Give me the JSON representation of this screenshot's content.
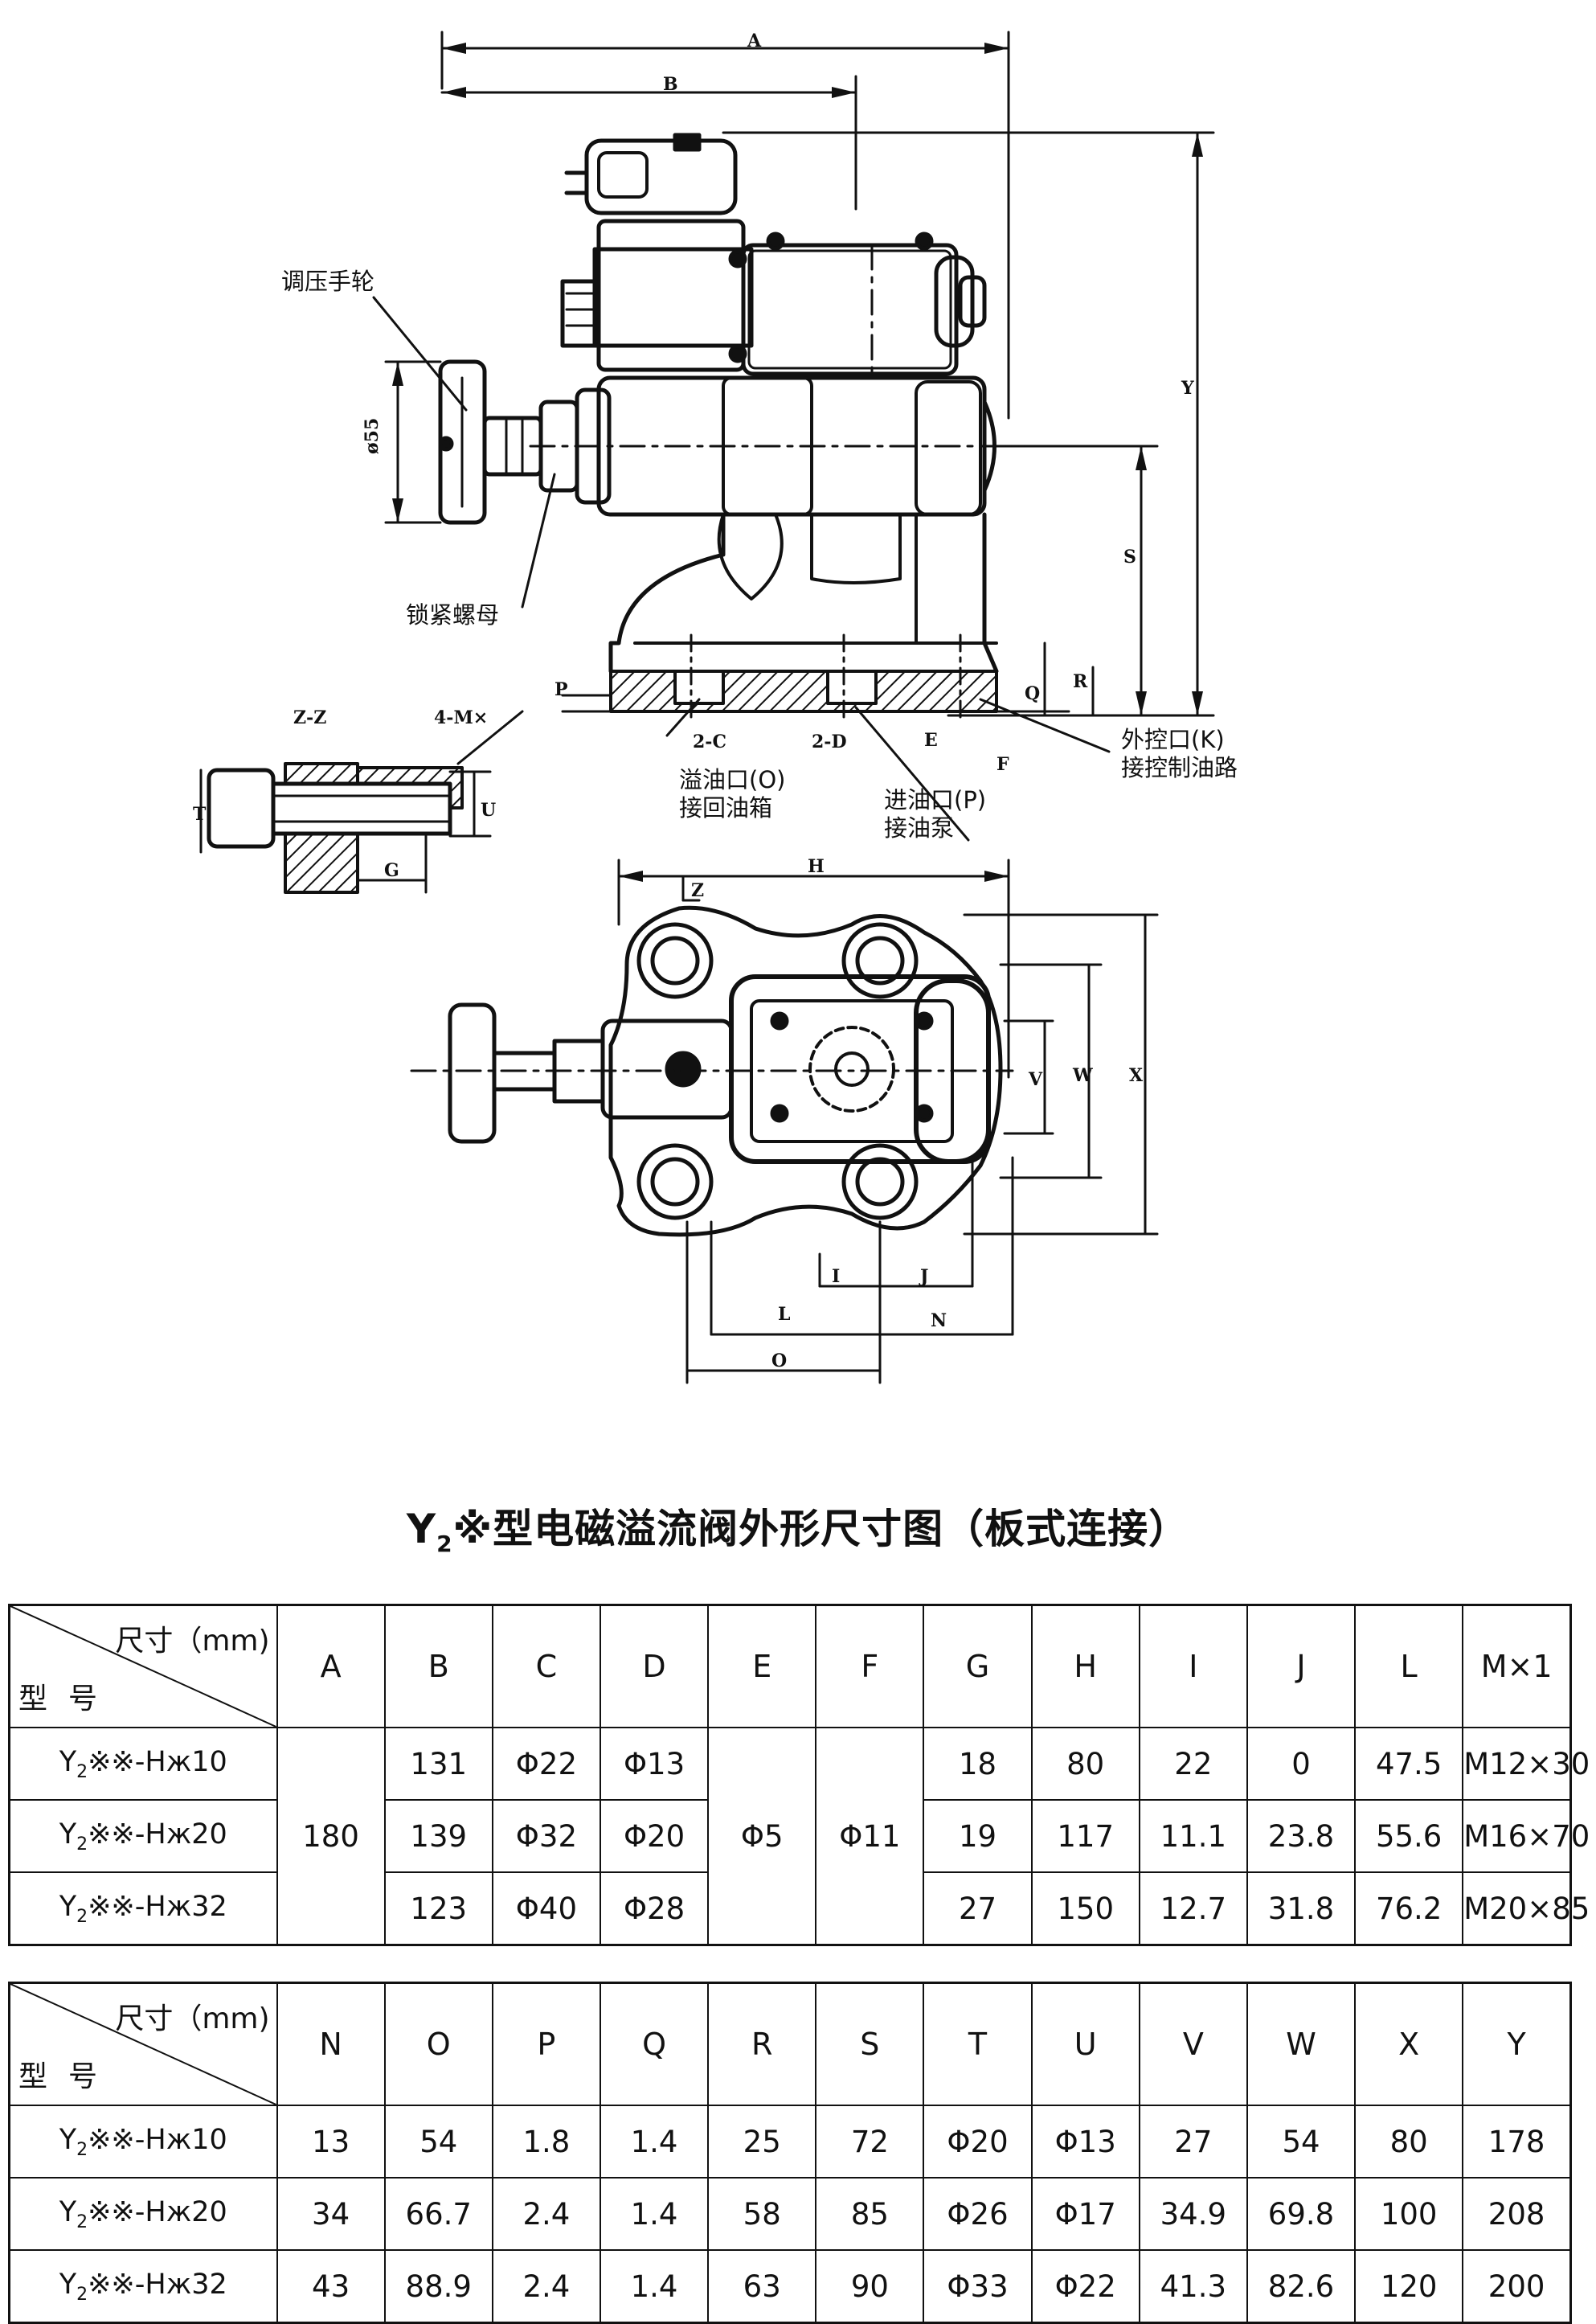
{
  "drawing": {
    "dims": {
      "A": "A",
      "B": "B",
      "Y": "Y",
      "S": "S",
      "P": "P",
      "Q": "Q",
      "R": "R",
      "C2": "2-C",
      "D2": "2-D",
      "E": "E",
      "F": "F",
      "phi55": "ø55",
      "ZZ": "Z-Z",
      "M4": "4-M×",
      "T": "T",
      "U": "U",
      "G": "G",
      "H": "H",
      "Z": "Z",
      "W": "W",
      "X": "X",
      "V": "V",
      "I": "I",
      "J": "J",
      "L": "L",
      "N": "N",
      "O": "O"
    },
    "callouts": {
      "handwheel": "调压手轮",
      "locknut": "锁紧螺母",
      "overflow_port": "溢油口(O)",
      "overflow_to_tank": "接回油箱",
      "inlet_port": "进油口(P)",
      "inlet_to_pump": "接油泵",
      "external_control_port": "外控口(K)",
      "external_control_line": "接控制油路"
    }
  },
  "title": {
    "prefix": "Y",
    "sub": "2",
    "rest": "※型电磁溢流阀外形尺寸图（板式连接）"
  },
  "table1": {
    "corner_top": "尺寸（mm)",
    "corner_bottom": "型号",
    "headers": [
      "A",
      "B",
      "C",
      "D",
      "E",
      "F",
      "G",
      "H",
      "I",
      "J",
      "L",
      "M×1"
    ],
    "merged": {
      "A": "180",
      "E": "Φ5",
      "F": "Φ11"
    },
    "rows": [
      {
        "model_prefix": "Y",
        "model_sub": "2",
        "model_rest": "※※-Hж10",
        "B": "131",
        "C": "Φ22",
        "D": "Φ13",
        "G": "18",
        "H": "80",
        "I": "22",
        "J": "0",
        "L": "47.5",
        "M": "M12×30"
      },
      {
        "model_prefix": "Y",
        "model_sub": "2",
        "model_rest": "※※-Hж20",
        "B": "139",
        "C": "Φ32",
        "D": "Φ20",
        "G": "19",
        "H": "117",
        "I": "11.1",
        "J": "23.8",
        "L": "55.6",
        "M": "M16×70"
      },
      {
        "model_prefix": "Y",
        "model_sub": "2",
        "model_rest": "※※-Hж32",
        "B": "123",
        "C": "Φ40",
        "D": "Φ28",
        "G": "27",
        "H": "150",
        "I": "12.7",
        "J": "31.8",
        "L": "76.2",
        "M": "M20×85"
      }
    ]
  },
  "table2": {
    "corner_top": "尺寸（mm)",
    "corner_bottom": "型号",
    "headers": [
      "N",
      "O",
      "P",
      "Q",
      "R",
      "S",
      "T",
      "U",
      "V",
      "W",
      "X",
      "Y"
    ],
    "rows": [
      {
        "model_prefix": "Y",
        "model_sub": "2",
        "model_rest": "※※-Hж10",
        "cells": [
          "13",
          "54",
          "1.8",
          "1.4",
          "25",
          "72",
          "Φ20",
          "Φ13",
          "27",
          "54",
          "80",
          "178"
        ]
      },
      {
        "model_prefix": "Y",
        "model_sub": "2",
        "model_rest": "※※-Hж20",
        "cells": [
          "34",
          "66.7",
          "2.4",
          "1.4",
          "58",
          "85",
          "Φ26",
          "Φ17",
          "34.9",
          "69.8",
          "100",
          "208"
        ]
      },
      {
        "model_prefix": "Y",
        "model_sub": "2",
        "model_rest": "※※-Hж32",
        "cells": [
          "43",
          "88.9",
          "2.4",
          "1.4",
          "63",
          "90",
          "Φ33",
          "Φ22",
          "41.3",
          "82.6",
          "120",
          "200"
        ]
      }
    ]
  }
}
